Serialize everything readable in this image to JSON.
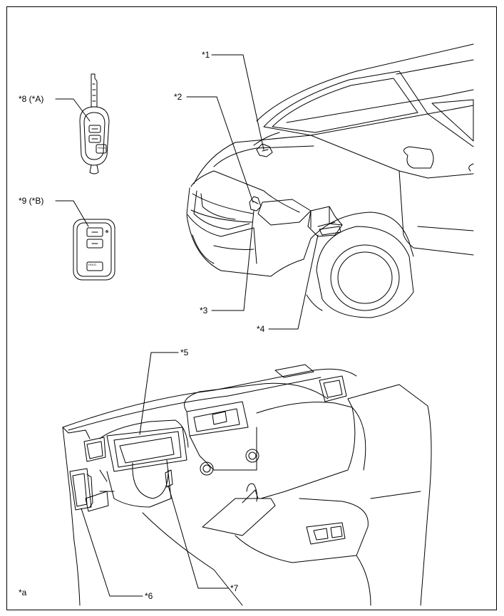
{
  "callouts": {
    "c1": "*1",
    "c2": "*2",
    "c3": "*3",
    "c4": "*4",
    "c5": "*5",
    "c6": "*6",
    "c7": "*7",
    "c8": "*8 (*A)",
    "c9": "*9 (*B)"
  },
  "corner_label": "*a",
  "key_buttons": {
    "hold": "HOLD"
  },
  "colors": {
    "line": "#000000",
    "background": "#ffffff"
  }
}
